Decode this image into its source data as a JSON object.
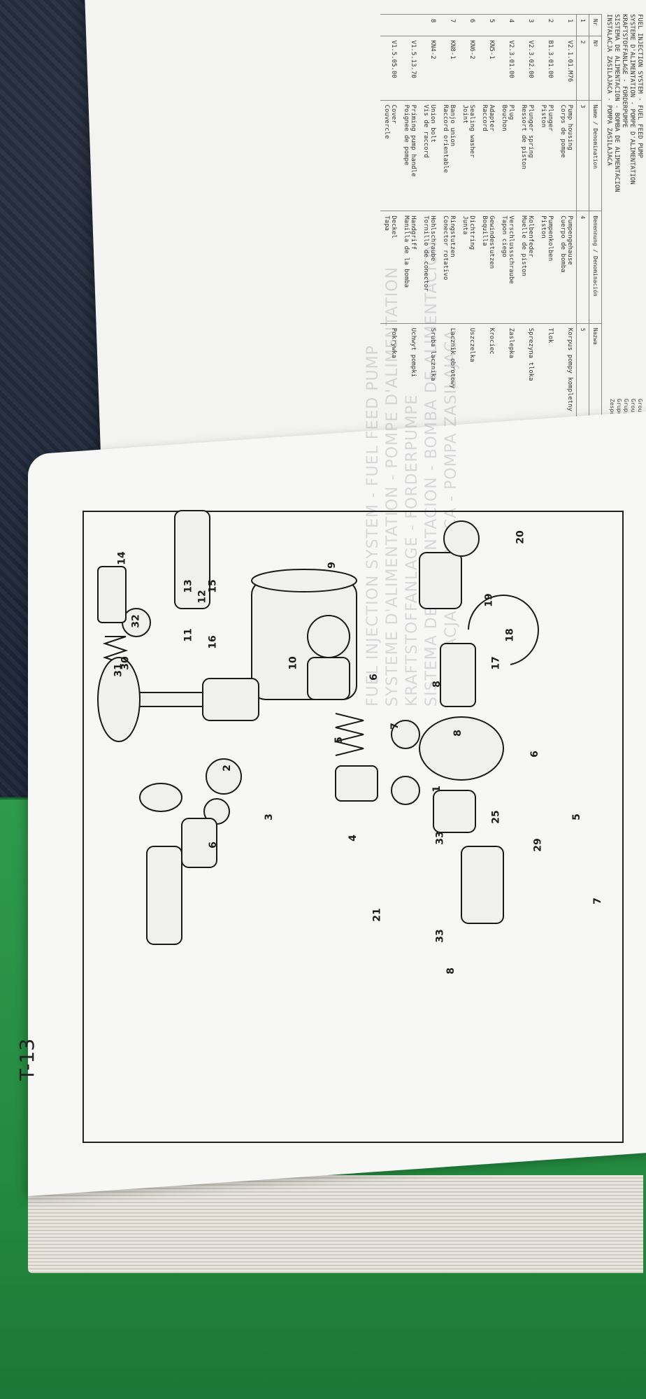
{
  "page": {
    "page_id": "T-13"
  },
  "parts_table": {
    "title_lines": [
      "FUEL INJECTION SYSTEM - FUEL FEED PUMP",
      "SYSTEME D'ALIMENTATION - POMPE D'ALIMENTATION",
      "KRAFTSTOFFANLAGE - FORDERPUMPE",
      "SISTEMA DE ALIMENTACION - BOMBA DE ALIMENTACION",
      "INSTALACJA ZASILAJACA - POMPA ZASILAJACA"
    ],
    "group_labels": [
      "Group",
      "Groupe",
      "Gruppe",
      "Grupo",
      "Zespol"
    ],
    "columns": [
      "Nr",
      "Nº",
      "Name / Denomination",
      "Benennung / Denominación",
      "Nazwa"
    ],
    "column_numbers": [
      "1",
      "2",
      "3",
      "4",
      "5"
    ],
    "rows": [
      {
        "no": "1",
        "part": "V2.1.01.M76",
        "en": "Pump housing",
        "fr": "Corps de pompe",
        "de": "Pumpengehause",
        "es": "Cuerpo de bomba",
        "pl": "Korpus pompy kompletny"
      },
      {
        "no": "2",
        "part": "B1.3.01.00",
        "en": "Plunger",
        "fr": "Piston",
        "de": "Pumpenkolben",
        "es": "Piston",
        "pl": "Tlok"
      },
      {
        "no": "3",
        "part": "V2.3.02.00",
        "en": "Plunger spring",
        "fr": "Ressort de piston",
        "de": "Kolbenfeder",
        "es": "Muelle de piston",
        "pl": "Sprezyna tloka"
      },
      {
        "no": "4",
        "part": "V2.3.01.00",
        "en": "Plug",
        "fr": "Bouchon",
        "de": "Verschlussschraube",
        "es": "Tapon ciego",
        "pl": "Zaslepka"
      },
      {
        "no": "5",
        "part": "KN5-1",
        "en": "Adapter",
        "fr": "Raccord",
        "de": "Gewindestutzen",
        "es": "Boquilla",
        "pl": "Krociec"
      },
      {
        "no": "6",
        "part": "KN6-2",
        "en": "Sealing washer",
        "fr": "Joint",
        "de": "Dichtring",
        "es": "Junta",
        "pl": "Uszczelka"
      },
      {
        "no": "7",
        "part": "KN8-1",
        "en": "Banjo union",
        "fr": "Raccord orientable",
        "de": "Ringstutzen",
        "es": "Conector rotativo",
        "pl": "Lacznik obrotowy"
      },
      {
        "no": "8",
        "part": "KN4-2",
        "en": "Union bolt",
        "fr": "Vis de raccord",
        "de": "Hohlschraube",
        "es": "Tornillo de conector",
        "pl": "Sruba lacznika"
      },
      {
        "no": "",
        "part": "V1.5.13.70",
        "en": "Priming pump handle",
        "fr": "Poignee de pompe",
        "de": "Handgriff",
        "es": "Manilla de la bomba",
        "pl": "Uchwyt pompki"
      },
      {
        "no": "",
        "part": "V1.5.05.00",
        "en": "Cover",
        "fr": "Couvercle",
        "de": "Deckel",
        "es": "Tapa",
        "pl": "Pokrywka"
      }
    ]
  },
  "diagram": {
    "callouts": [
      "1",
      "2",
      "3",
      "4",
      "5",
      "5",
      "6",
      "6",
      "6",
      "7",
      "7",
      "8",
      "8",
      "8",
      "9",
      "10",
      "11",
      "12",
      "13",
      "14",
      "15",
      "16",
      "17",
      "18",
      "19",
      "20",
      "21",
      "25",
      "29",
      "30",
      "31",
      "32",
      "33",
      "33"
    ]
  },
  "bleed_through": [
    "FUEL INJECTION SYSTEM - FUEL FEED PUMP",
    "SYSTEME D'ALIMENTATION - POMPE D'ALIMENTATION",
    "KRAFTSTOFFANLAGE - FORDERPUMPE",
    "SISTEMA DE ALIMENTACION - BOMBA DE ALIMENTACION",
    "INSTALACJA ZASILAJACA - POMPA ZASILAJACA"
  ]
}
